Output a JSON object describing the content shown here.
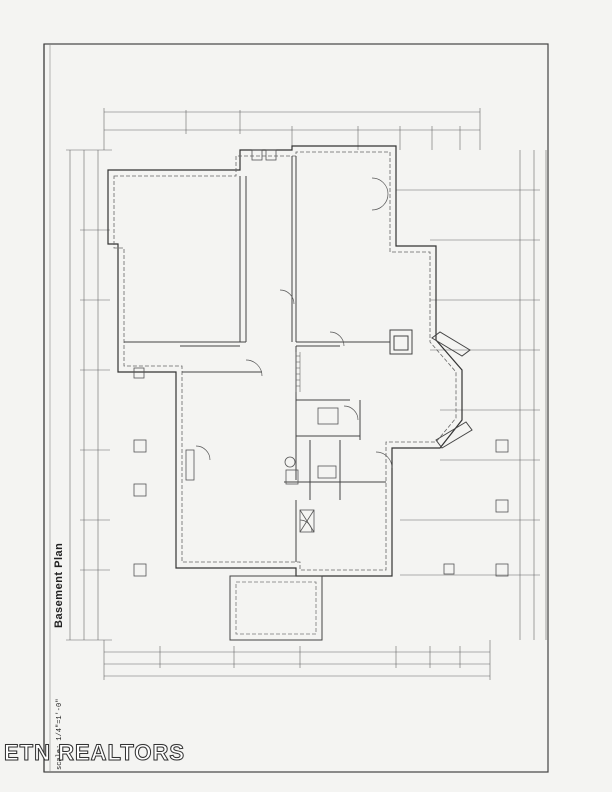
{
  "drawing": {
    "title": "Basement Plan",
    "scale_note": "scale: 1/4\"=1'-0\""
  },
  "watermark": {
    "brand": "ETN REALTORS"
  },
  "colors": {
    "paper": "#f4f4f2",
    "line": "#555555",
    "dash": "#777777"
  }
}
